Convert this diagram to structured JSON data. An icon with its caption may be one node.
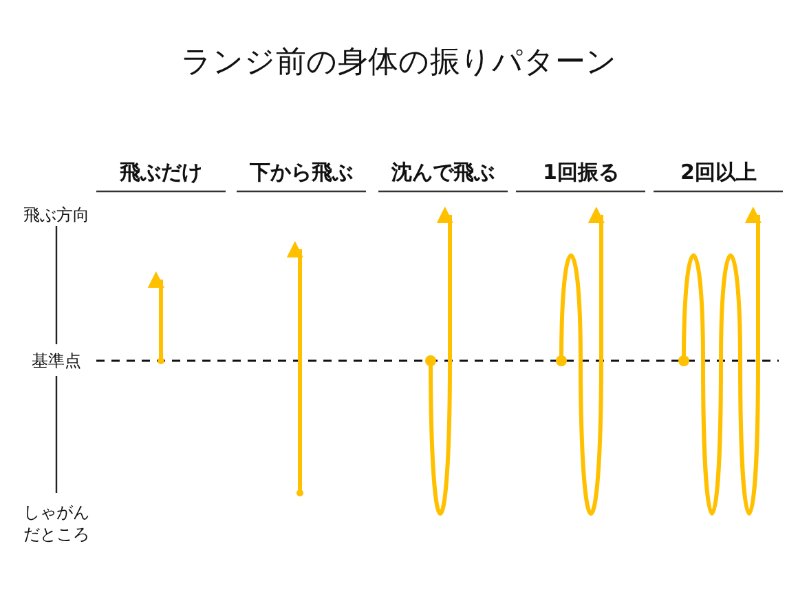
{
  "diagram": {
    "title": "ランジ前の身体の振りパターン",
    "labels": [
      "飛ぶだけ",
      "下から飛ぶ",
      "沈んで飛ぶ",
      "1回振る",
      "2回以上",
      "飛ぶ方向",
      "基準点",
      "しゃがんだところ"
    ]
  }
}
